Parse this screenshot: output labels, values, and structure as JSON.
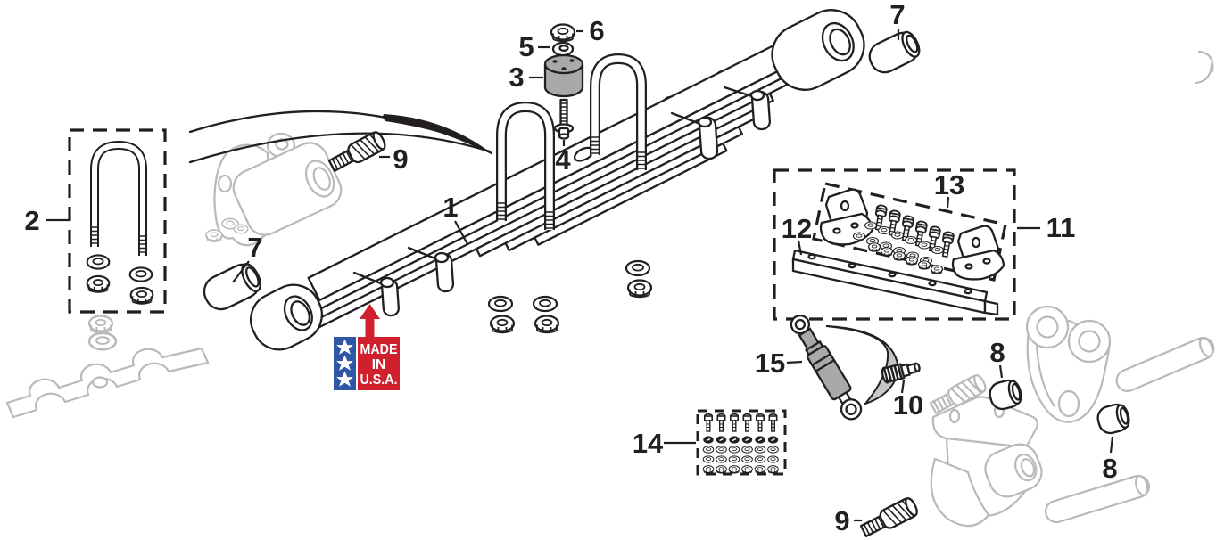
{
  "diagram": {
    "kind": "exploded-parts-diagram",
    "part_labels": {
      "p1": "1",
      "p2": "2",
      "p3": "3",
      "p4": "4",
      "p5": "5",
      "p6": "6",
      "p7": "7",
      "p8": "8",
      "p9": "9",
      "p10": "10",
      "p11": "11",
      "p12": "12",
      "p13": "13",
      "p14": "14",
      "p15": "15"
    }
  },
  "badge": {
    "line1": "MADE",
    "line2": "IN",
    "line3": "U.S.A."
  },
  "colors": {
    "ink": "#231f20",
    "ghost": "#b9b9b9",
    "metal": "#a9a9a9",
    "badge_blue": "#2f57a4",
    "badge_red": "#d0202e",
    "paper": "#ffffff"
  }
}
